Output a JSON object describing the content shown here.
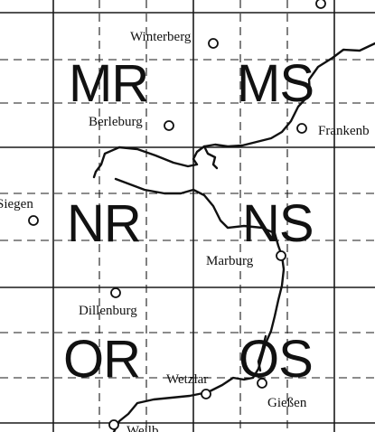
{
  "grid_codes": {
    "mr": "MR",
    "ms": "MS",
    "nr": "NR",
    "ns": "NS",
    "or": "OR",
    "os": "OS"
  },
  "places": {
    "winterberg": "Winterberg",
    "berleburg": "Berleburg",
    "frankenberg": "Frankenb",
    "siegen": "Siegen",
    "marburg": "Marburg",
    "dillenburg": "Dillenburg",
    "wetzlar": "Wetzlar",
    "giessen": "Gießen",
    "weilburg": "Weilb"
  }
}
